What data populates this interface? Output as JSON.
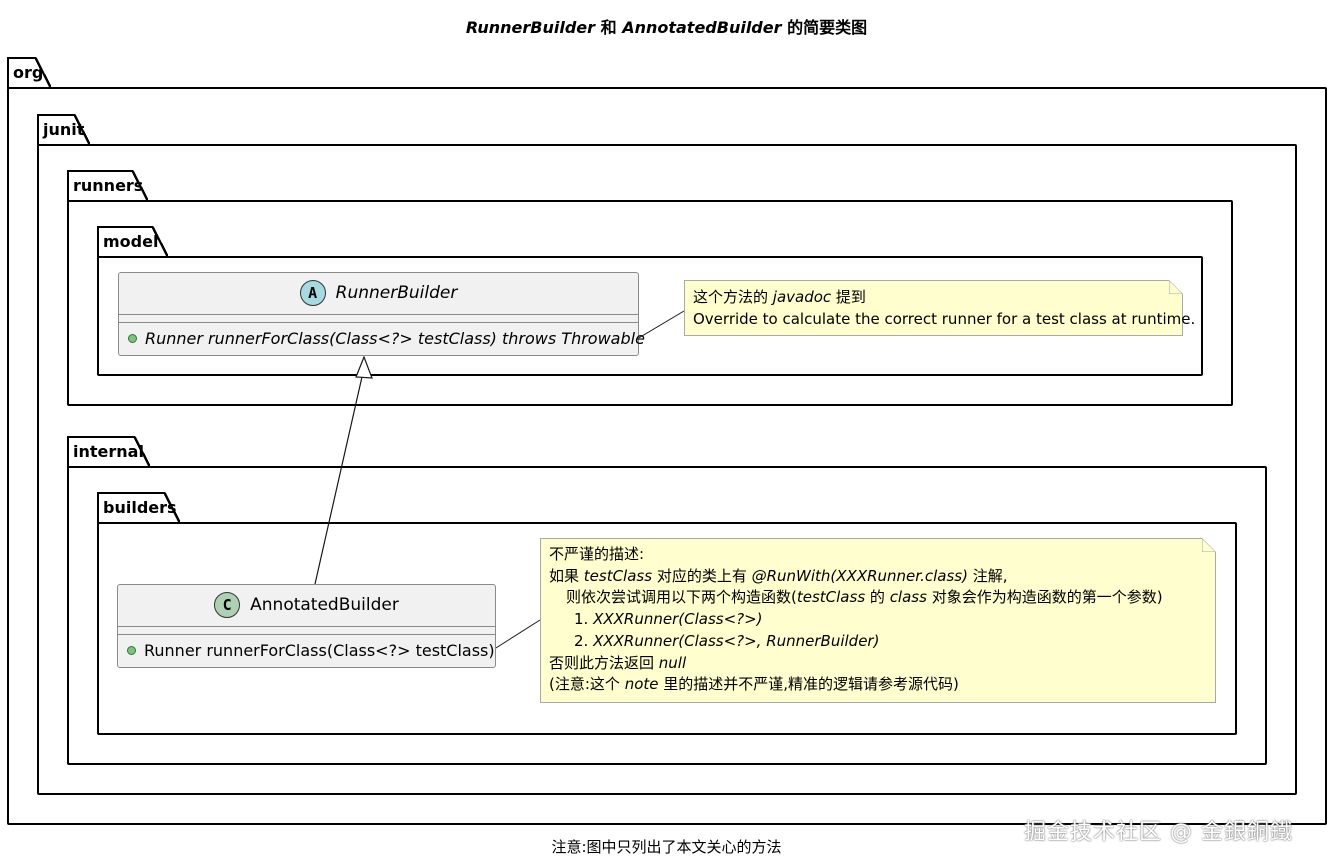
{
  "title": {
    "part1": "RunnerBuilder",
    "part2": " 和 ",
    "part3": "AnnotatedBuilder",
    "part4": " 的简要类图"
  },
  "packages": {
    "org": "org",
    "junit": "junit",
    "runners": "runners",
    "model": "model",
    "internal": "internal",
    "builders": "builders"
  },
  "classes": {
    "runner_builder": {
      "stereotype": "A",
      "name": "RunnerBuilder",
      "method": "Runner runnerForClass(Class<?> testClass) throws Throwable"
    },
    "annotated_builder": {
      "stereotype": "C",
      "name": "AnnotatedBuilder",
      "method": "Runner runnerForClass(Class<?> testClass)"
    }
  },
  "notes": {
    "runner_builder_note": {
      "l1_a": "这个方法的 ",
      "l1_b": "javadoc",
      "l1_c": " 提到",
      "l2": "Override to calculate the correct runner for a test class at runtime."
    },
    "annotated_builder_note": {
      "l1": "不严谨的描述:",
      "l2_a": "如果 ",
      "l2_b": "testClass",
      "l2_c": " 对应的类上有 ",
      "l2_d": "@RunWith(XXXRunner.class)",
      "l2_e": " 注解,",
      "l3_a": "则依次尝试调用以下两个构造函数(",
      "l3_b": "testClass",
      "l3_c": " 的 ",
      "l3_d": "class",
      "l3_e": " 对象会作为构造函数的第一个参数)",
      "l4_a": "1. ",
      "l4_b": "XXXRunner(Class<?>)",
      "l5_a": "2. ",
      "l5_b": "XXXRunner(Class<?>, RunnerBuilder)",
      "l6_a": "否则此方法返回 ",
      "l6_b": "null",
      "l7_a": "(注意:这个 ",
      "l7_b": "note",
      "l7_c": " 里的描述并不严谨,精准的逻辑请参考源代码)"
    }
  },
  "caption": "注意:图中只列出了本文关心的方法",
  "watermark": "掘金技术社区 @ 金銀銅鐵",
  "colors": {
    "class_fill": "#f1f1f1",
    "note_fill": "#fefece",
    "abstract_badge": "#a6d9e0",
    "class_badge": "#add1b2",
    "public_dot": "#84be84"
  }
}
